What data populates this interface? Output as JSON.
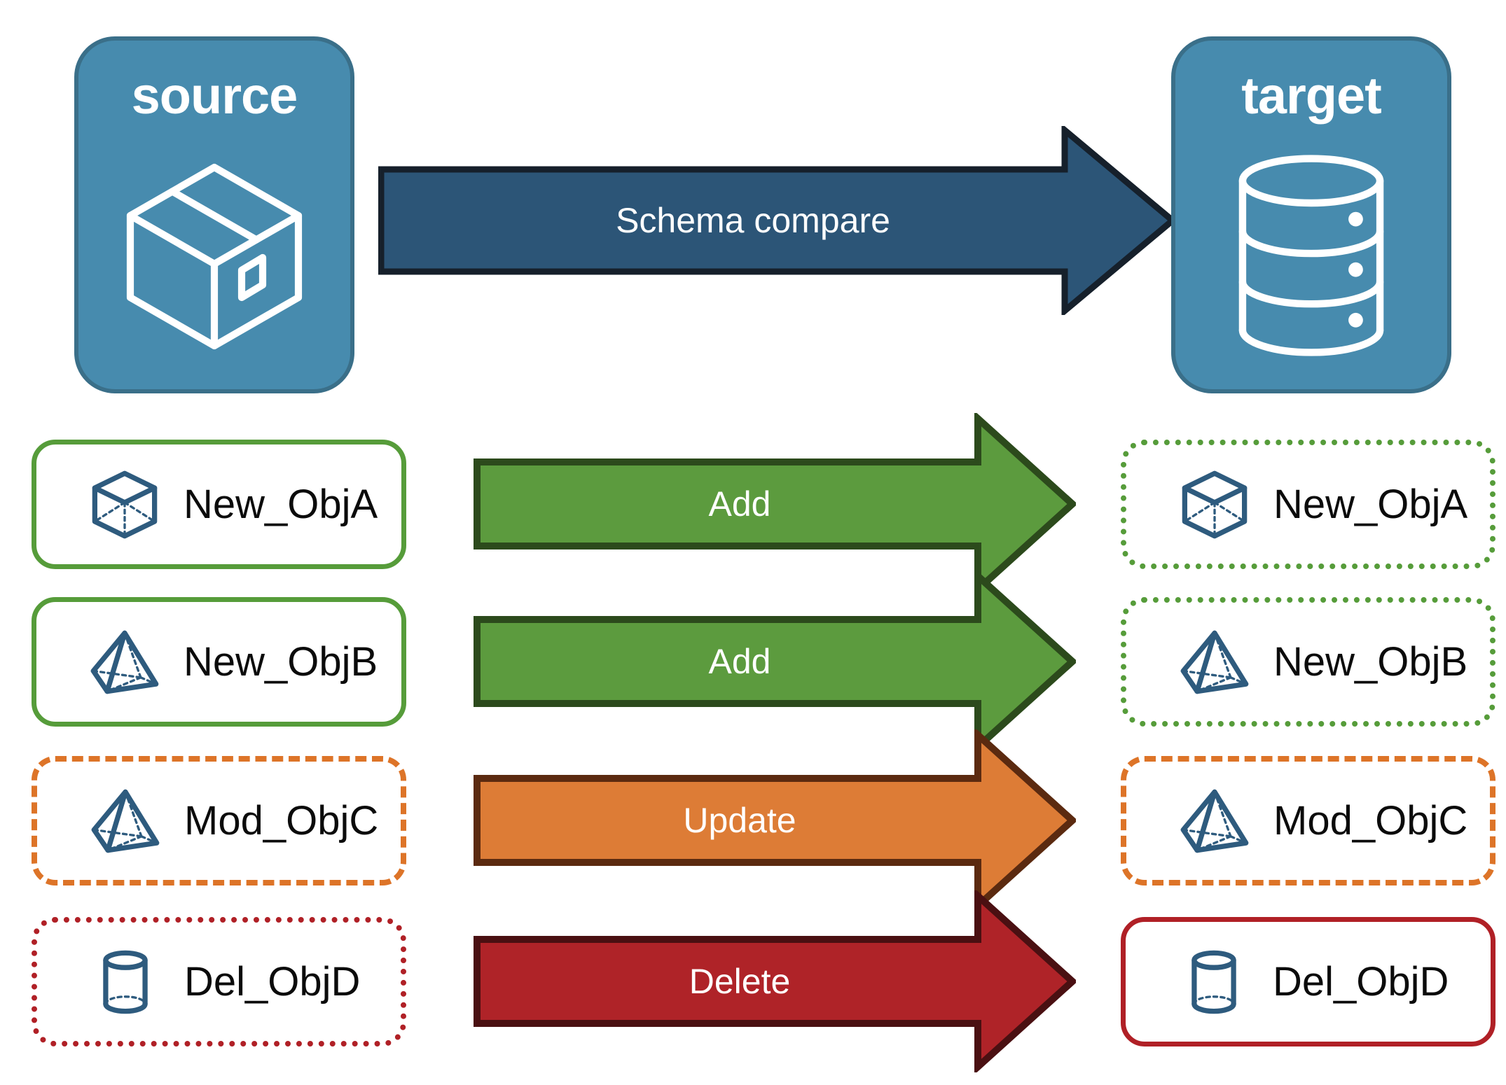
{
  "endpoints": {
    "source": {
      "title": "source",
      "icon": "package-box-icon"
    },
    "target": {
      "title": "target",
      "icon": "database-cylinder-icon"
    }
  },
  "compare": {
    "label": "Schema compare",
    "fill": "#2C5577",
    "stroke": "#16202B"
  },
  "rows": [
    {
      "action": "Add",
      "arrow_fill": "#5C9B3E",
      "arrow_stroke": "#2C4A1C",
      "source": {
        "label": "New_ObjA",
        "icon": "wireframe-cube-icon",
        "border": "bs-solid-green"
      },
      "target": {
        "label": "New_ObjA",
        "icon": "wireframe-cube-icon",
        "border": "bs-dotted-green"
      }
    },
    {
      "action": "Add",
      "arrow_fill": "#5C9B3E",
      "arrow_stroke": "#2C4A1C",
      "source": {
        "label": "New_ObjB",
        "icon": "wireframe-pyramid-icon",
        "border": "bs-solid-green"
      },
      "target": {
        "label": "New_ObjB",
        "icon": "wireframe-pyramid-icon",
        "border": "bs-dotted-green"
      }
    },
    {
      "action": "Update",
      "arrow_fill": "#DD7C36",
      "arrow_stroke": "#5B2A10",
      "source": {
        "label": "Mod_ObjC",
        "icon": "wireframe-pyramid-icon",
        "border": "bs-dashed-orange"
      },
      "target": {
        "label": "Mod_ObjC",
        "icon": "wireframe-pyramid-icon",
        "border": "bs-dashed-orange"
      }
    },
    {
      "action": "Delete",
      "arrow_fill": "#AF2328",
      "arrow_stroke": "#4A1012",
      "source": {
        "label": "Del_ObjD",
        "icon": "wireframe-cylinder-icon",
        "border": "bs-dotted-red"
      },
      "target": {
        "label": "Del_ObjD",
        "icon": "wireframe-cylinder-icon",
        "border": "bs-solid-red"
      }
    }
  ],
  "colors": {
    "endpoint_fill": "#478BAE",
    "endpoint_stroke": "#3A6F89",
    "icon_blue": "#2E5B7E",
    "green": "#569C3A",
    "orange": "#DD7428",
    "red": "#B02026"
  }
}
